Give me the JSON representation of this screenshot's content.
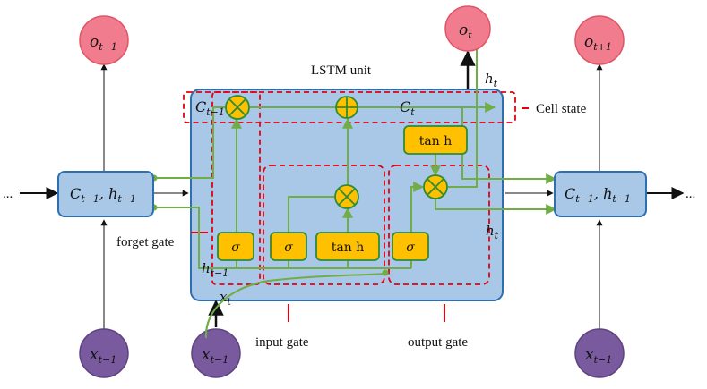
{
  "title": "LSTM unit",
  "cell_state_label": "Cell state",
  "forget_gate_label": "forget gate",
  "input_gate_label": "input gate",
  "output_gate_label": "output gate",
  "left_dots": "...",
  "right_dots": "...",
  "left_state": {
    "main": "C",
    "sub1": "t−1",
    "mid": ", h",
    "sub2": "t−1"
  },
  "right_state": {
    "main": "C",
    "sub1": "t−1",
    "mid": ", h",
    "sub2": "t−1"
  },
  "outputs": [
    {
      "main": "o",
      "sub": "t−1"
    },
    {
      "main": "o",
      "sub": "t"
    },
    {
      "main": "o",
      "sub": "t+1"
    }
  ],
  "inputs": [
    {
      "main": "x",
      "sub": "t−1"
    },
    {
      "main": "x",
      "sub": "t−1"
    },
    {
      "main": "x",
      "sub": "t−1"
    }
  ],
  "cell_labels": {
    "c_prev": {
      "main": "C",
      "sub": "t−1"
    },
    "c_t": {
      "main": "C",
      "sub": "t"
    },
    "h_t_top": {
      "main": "h",
      "sub": "t"
    },
    "h_t_right": {
      "main": "h",
      "sub": "t"
    },
    "h_prev": {
      "main": "h",
      "sub": "t−1"
    },
    "x_t": {
      "main": "x",
      "sub": "t"
    }
  },
  "gates": {
    "sigma_symbol": "σ",
    "tanh_label": "tan h"
  },
  "colors": {
    "unit_fill": "#a9c7e6",
    "unit_stroke": "#2e6fb0",
    "gate_fill": "#ffc000",
    "gate_stroke": "#2e8b3a",
    "wire": "#70ad47",
    "dashed": "#e3000f",
    "output_circle": "#f07c8d",
    "input_circle": "#7a5a9e",
    "state_fill": "#a9c7e6"
  }
}
